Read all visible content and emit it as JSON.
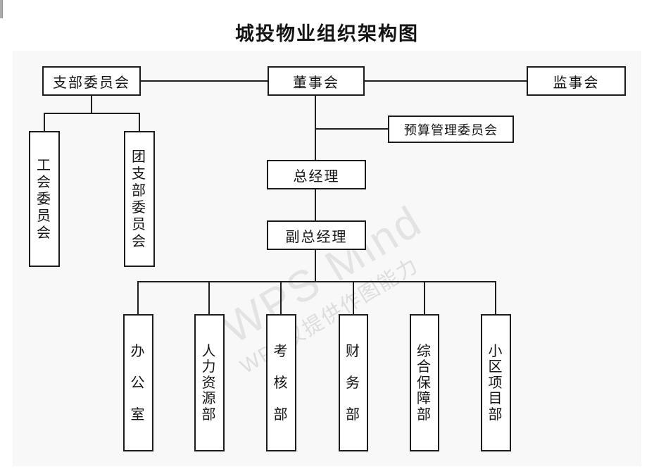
{
  "page": {
    "title": "城投物业组织架构图"
  },
  "watermark": {
    "line1": "WPS Mind",
    "line2": "WPS仅提供作图能力"
  },
  "diagram": {
    "nodes": {
      "branch_committee": {
        "label": "支部委员会"
      },
      "board": {
        "label": "董事会"
      },
      "supervisory_board": {
        "label": "监事会"
      },
      "budget_committee": {
        "label": "预算管理委员会"
      },
      "general_manager": {
        "label": "总经理"
      },
      "deputy_general_manager": {
        "label": "副总经理"
      },
      "labor_union_committee": {
        "label": "工会委员会"
      },
      "youth_league_branch_committee": {
        "label": "团支部委员会"
      },
      "office": {
        "label": "办公室"
      },
      "hr_dept": {
        "label": "人力资源部"
      },
      "assessment_dept": {
        "label": "考核部"
      },
      "finance_dept": {
        "label": "财务部"
      },
      "support_dept": {
        "label": "综合保障部"
      },
      "community_project_dept": {
        "label": "小区项目部"
      }
    },
    "edges": [
      {
        "from": "branch_committee",
        "to": "board"
      },
      {
        "from": "board",
        "to": "supervisory_board"
      },
      {
        "from": "branch_committee",
        "to": "labor_union_committee"
      },
      {
        "from": "branch_committee",
        "to": "youth_league_branch_committee"
      },
      {
        "from": "board",
        "to": "budget_committee"
      },
      {
        "from": "board",
        "to": "general_manager"
      },
      {
        "from": "general_manager",
        "to": "deputy_general_manager"
      },
      {
        "from": "deputy_general_manager",
        "to": "office"
      },
      {
        "from": "deputy_general_manager",
        "to": "hr_dept"
      },
      {
        "from": "deputy_general_manager",
        "to": "assessment_dept"
      },
      {
        "from": "deputy_general_manager",
        "to": "finance_dept"
      },
      {
        "from": "deputy_general_manager",
        "to": "support_dept"
      },
      {
        "from": "deputy_general_manager",
        "to": "community_project_dept"
      }
    ]
  },
  "colors": {
    "canvas_bg": "#f8f8f8",
    "node_border": "#1c1c1c",
    "edge": "#1f1f1f",
    "watermark": "#e3e3e3"
  }
}
